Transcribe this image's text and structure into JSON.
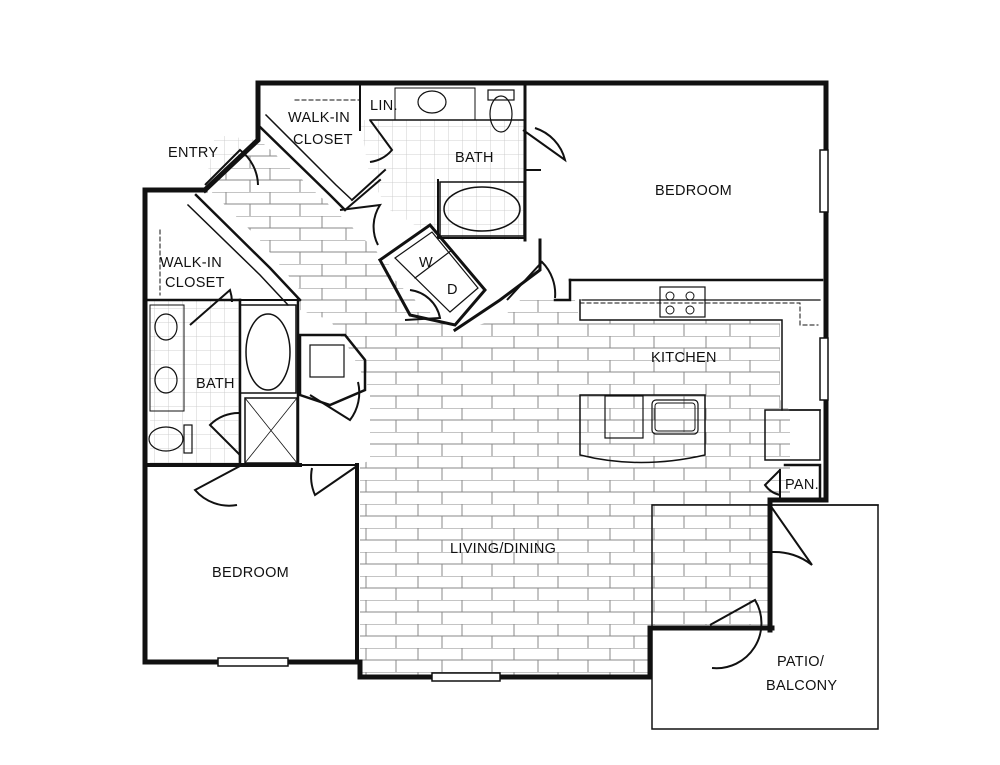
{
  "floorplan": {
    "rooms": {
      "entry": "ENTRY",
      "walkin_closet_top": [
        "WALK-IN",
        "CLOSET"
      ],
      "linen": "LIN.",
      "bath_top": "BATH",
      "bedroom_right": "BEDROOM",
      "walkin_closet_left": [
        "WALK-IN",
        "CLOSET"
      ],
      "bath_left": "BATH",
      "kitchen": "KITCHEN",
      "pantry": "PAN.",
      "living_dining": "LIVING/DINING",
      "bedroom_left": "BEDROOM",
      "patio_balcony": [
        "PATIO/",
        "BALCONY"
      ]
    },
    "appliances": {
      "washer": "W",
      "dryer": "D"
    },
    "colors": {
      "wall": "#111111",
      "floor_plank": "#8a8a8a",
      "tile": "#b5b5b5",
      "background": "#ffffff"
    }
  }
}
